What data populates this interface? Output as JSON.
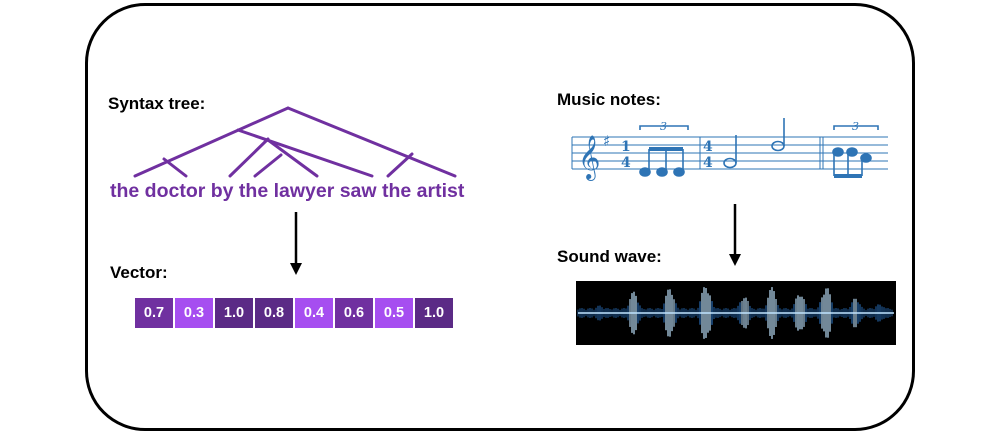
{
  "colors": {
    "tree": "#7030a0",
    "vector_dark": "#5b2a86",
    "vector_mid": "#7030a0",
    "vector_light": "#a64ef0",
    "notes": "#2e74b5",
    "wave_core": "#bfe4ff",
    "wave_glow": "#2f7fd6"
  },
  "syntax": {
    "label": "Syntax tree:",
    "sentence": "the doctor by the lawyer saw the artist"
  },
  "vector": {
    "label": "Vector:",
    "cells": [
      {
        "value": "0.7",
        "shade": "mid"
      },
      {
        "value": "0.3",
        "shade": "light"
      },
      {
        "value": "1.0",
        "shade": "dark"
      },
      {
        "value": "0.8",
        "shade": "dark"
      },
      {
        "value": "0.4",
        "shade": "light"
      },
      {
        "value": "0.6",
        "shade": "mid"
      },
      {
        "value": "0.5",
        "shade": "light"
      },
      {
        "value": "1.0",
        "shade": "dark"
      }
    ]
  },
  "music": {
    "label": "Music notes:",
    "time_sig_1": [
      "1",
      "4"
    ],
    "time_sig_2": [
      "4",
      "4"
    ],
    "triplet_marks": [
      "3",
      "3"
    ]
  },
  "sound": {
    "label": "Sound wave:"
  }
}
